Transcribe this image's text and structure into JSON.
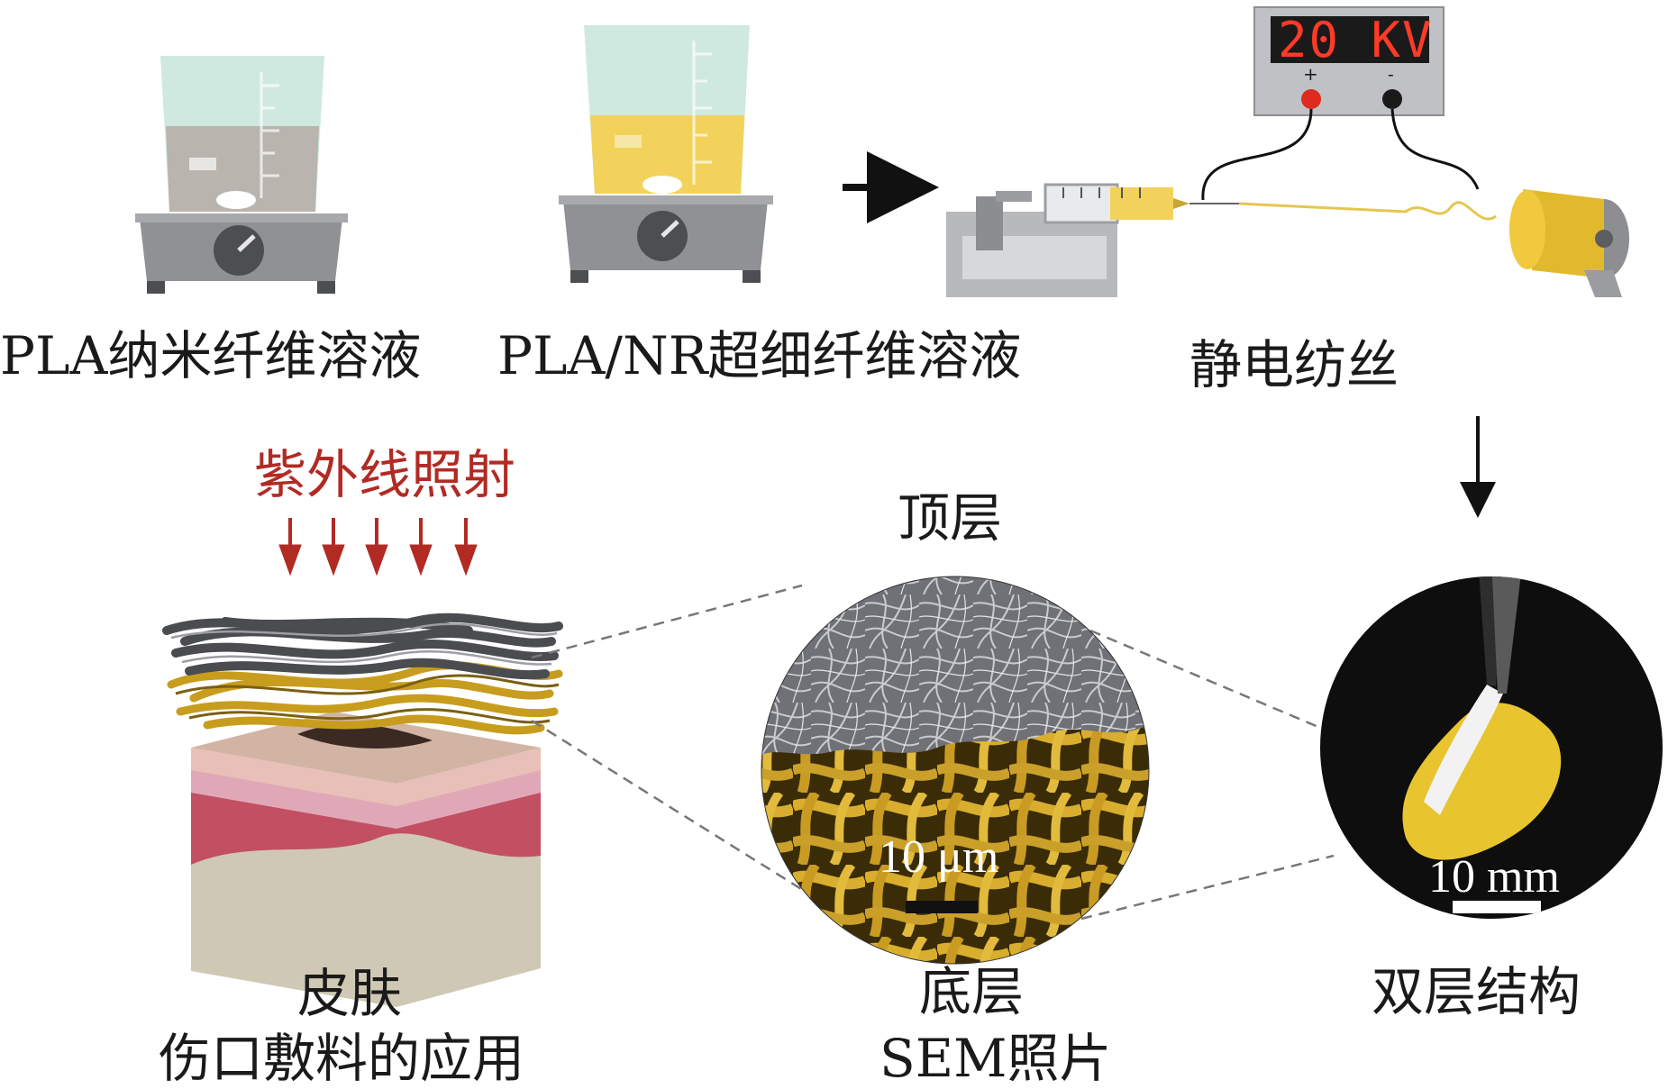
{
  "labels": {
    "pla_solution": "PLA纳米纤维溶液",
    "pla_nr_solution": "PLA/NR超细纤维溶液",
    "electrospinning": "静电纺丝",
    "uv_irradiation": "紫外线照射",
    "top_layer": "顶层",
    "bottom_layer": "底层",
    "sem_photo": "SEM照片",
    "bilayer_structure": "双层结构",
    "skin": "皮肤",
    "wound_dressing_application": "伤口敷料的应用"
  },
  "power_supply": {
    "display": "20 KV",
    "pos_terminal": "+",
    "neg_terminal": "-"
  },
  "scale_bars": {
    "sem": "10 μm",
    "photo": "10 mm"
  },
  "colors": {
    "accent_red": "#b22a24",
    "fiber_yellow": "#d4a82a",
    "fiber_gray": "#5a5c60",
    "pla_liquid": "#b9b5ae",
    "pla_nr_liquid": "#f2d25a"
  }
}
